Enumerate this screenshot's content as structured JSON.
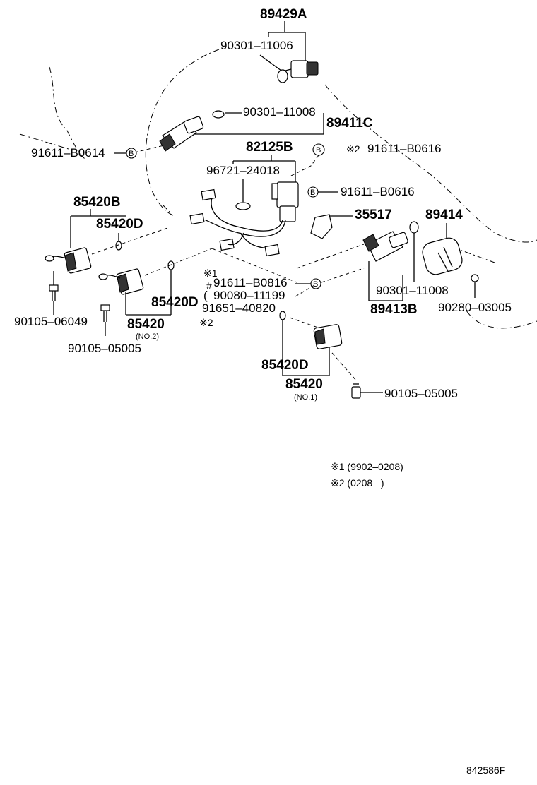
{
  "labels": {
    "p89429A": "89429A",
    "p90301_11006": "90301–11006",
    "p90301_11008a": "90301–11008",
    "p89411C": "89411C",
    "p91611_B0614": "91611–B0614",
    "p82125B": "82125B",
    "p91611_B0616a": "91611–B0616",
    "p96721_24018": "96721–24018",
    "p91611_B0616b": "91611–B0616",
    "p85420B": "85420B",
    "p85420D_a": "85420D",
    "p35517": "35517",
    "p89414": "89414",
    "p91611_B0816": "91611–B0816",
    "p90080_11199": "90080–11199",
    "p91651_40820": "91651–40820",
    "p90301_11008b": "90301–11008",
    "p89413B": "89413B",
    "p90280_03005": "90280–03005",
    "p85420D_b": "85420D",
    "p90105_06049": "90105–06049",
    "p85420_a": "85420",
    "no2": "(NO.2)",
    "p90105_05005a": "90105–05005",
    "p85420D_c": "85420D",
    "p85420_b": "85420",
    "no1": "(NO.1)",
    "p90105_05005b": "90105–05005"
  },
  "markers": {
    "note1": "※1",
    "note2": "※2",
    "hash": "#",
    "paren": "(",
    "bolt_letter": "B"
  },
  "notes": {
    "line1": "※1 (9902–0208)",
    "line2": "※2 (0208–        )"
  },
  "footer_code": "842586F"
}
